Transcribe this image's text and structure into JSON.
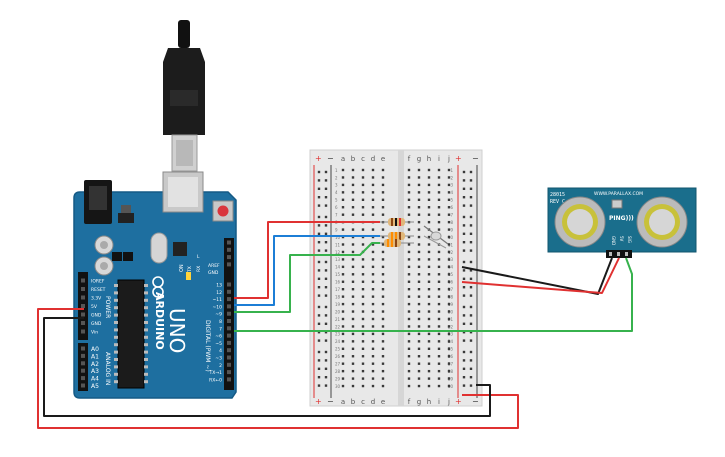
{
  "arduino": {
    "brand": "ARDUINO",
    "model": "UNO",
    "on_label": "ON",
    "tx_label": "TX",
    "rx_label": "RX",
    "l_label": "L",
    "aref_label": "AREF",
    "gnd_label": "GND",
    "digital_pins": [
      "13",
      "12",
      "~11",
      "~10",
      "~9",
      "8",
      "7",
      "~6",
      "~5",
      "4",
      "~3",
      "2",
      "TX→1",
      "RX←0"
    ],
    "digital_label": "DIGITAL (PWM ~)",
    "power_pins": [
      "IOREF",
      "RESET",
      "3.3V",
      "5V",
      "GND",
      "GND",
      "Vin"
    ],
    "power_label": "POWER",
    "analog_pins": [
      "A0",
      "A1",
      "A2",
      "A3",
      "A4",
      "A5"
    ],
    "analog_label": "ANALOG IN"
  },
  "breadboard": {
    "left_cols": [
      "a",
      "b",
      "c",
      "d",
      "e"
    ],
    "right_cols": [
      "f",
      "g",
      "h",
      "i",
      "j"
    ],
    "plus": "+",
    "minus": "−"
  },
  "sensor": {
    "part_no": "28015",
    "rev": "REV C",
    "website": "WWW.PARALLAX.COM",
    "name": "PING)))",
    "pins": [
      "GND",
      "5V",
      "SIG"
    ]
  },
  "colors": {
    "board": "#1e6fa0",
    "breadboard": "#e8e8e8",
    "sensor_pcb": "#1a6e8c",
    "wire_red": "#e03131",
    "wire_blue": "#1c7ed6",
    "wire_green": "#37b24d",
    "wire_black": "#1a1a1a"
  }
}
